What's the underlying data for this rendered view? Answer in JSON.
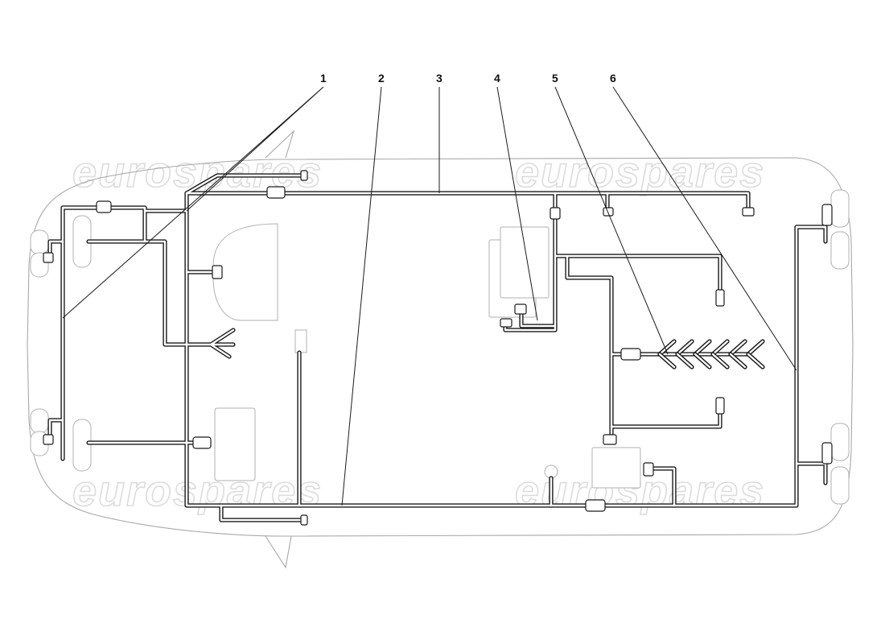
{
  "diagram": {
    "watermark_text": "eurospares",
    "callouts": [
      {
        "label": "1"
      },
      {
        "label": "2"
      },
      {
        "label": "3"
      },
      {
        "label": "4"
      },
      {
        "label": "5"
      },
      {
        "label": "6"
      }
    ]
  }
}
